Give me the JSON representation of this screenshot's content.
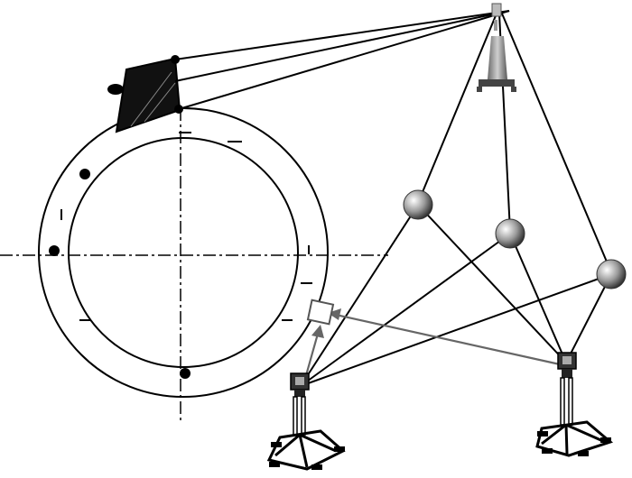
{
  "diagram": {
    "colors": {
      "line": "#000000",
      "highlight": "#666666",
      "background": "#ffffff",
      "target_fill": "#111111"
    },
    "objects": [
      "flange-ring",
      "target-plate",
      "overhead-tracker",
      "sphere-reflectors",
      "tripod-stations",
      "measurement-window"
    ]
  }
}
